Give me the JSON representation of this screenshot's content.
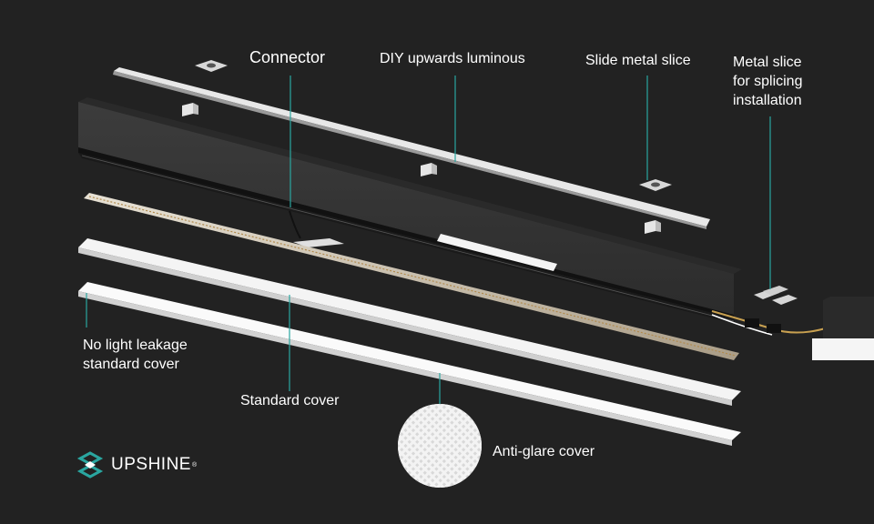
{
  "labels": {
    "connector": "Connector",
    "diy_upwards": "DIY upwards luminous",
    "slide_metal": "Slide metal slice",
    "metal_splice_l1": "Metal slice",
    "metal_splice_l2": "for splicing",
    "metal_splice_l3": "installation",
    "no_leak_l1": "No light leakage",
    "no_leak_l2": "standard cover",
    "standard_cover": "Standard cover",
    "anti_glare": "Anti-glare cover"
  },
  "brand": {
    "name": "UPSHINE",
    "reg": "®"
  },
  "colors": {
    "background": "#222222",
    "leader_line": "#2aa6a0",
    "profile": "#3a3a3a",
    "cover": "#f2f2f2",
    "led": "#c9a46a"
  }
}
